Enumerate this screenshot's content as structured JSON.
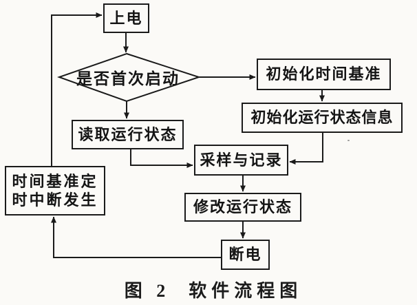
{
  "diagram": {
    "caption": "图 2  软件流程图",
    "nodes": {
      "power_on": "上电",
      "first_start_decision": "是否首次启动",
      "init_time_base": "初始化时间基准",
      "init_run_state_info": "初始化运行状态信息",
      "read_run_state": "读取运行状态",
      "sample_and_record": "采样与记录",
      "timer_interrupt": "时间基准定\n时中断发生",
      "modify_run_state": "修改运行状态",
      "power_off": "断电"
    },
    "colors": {
      "line": "#1a1a1a",
      "paper": "#fbfaf7",
      "ink": "#141414"
    }
  }
}
